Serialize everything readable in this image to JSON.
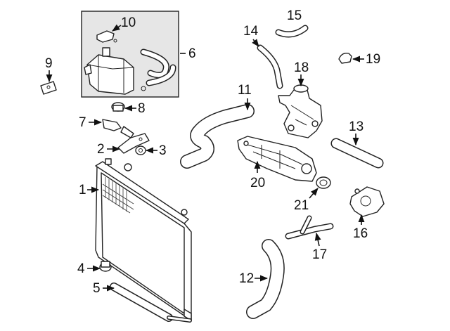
{
  "callouts": [
    {
      "id": "1",
      "label": "1"
    },
    {
      "id": "2",
      "label": "2"
    },
    {
      "id": "3",
      "label": "3"
    },
    {
      "id": "4",
      "label": "4"
    },
    {
      "id": "5",
      "label": "5"
    },
    {
      "id": "6",
      "label": "6"
    },
    {
      "id": "7",
      "label": "7"
    },
    {
      "id": "8",
      "label": "8"
    },
    {
      "id": "9",
      "label": "9"
    },
    {
      "id": "10",
      "label": "10"
    },
    {
      "id": "11",
      "label": "11"
    },
    {
      "id": "12",
      "label": "12"
    },
    {
      "id": "13",
      "label": "13"
    },
    {
      "id": "14",
      "label": "14"
    },
    {
      "id": "15",
      "label": "15"
    },
    {
      "id": "16",
      "label": "16"
    },
    {
      "id": "17",
      "label": "17"
    },
    {
      "id": "18",
      "label": "18"
    },
    {
      "id": "19",
      "label": "19"
    },
    {
      "id": "20",
      "label": "20"
    },
    {
      "id": "21",
      "label": "21"
    }
  ],
  "colors": {
    "line": "#111111",
    "background": "#ffffff",
    "inset_box": "#e6e6e6"
  }
}
